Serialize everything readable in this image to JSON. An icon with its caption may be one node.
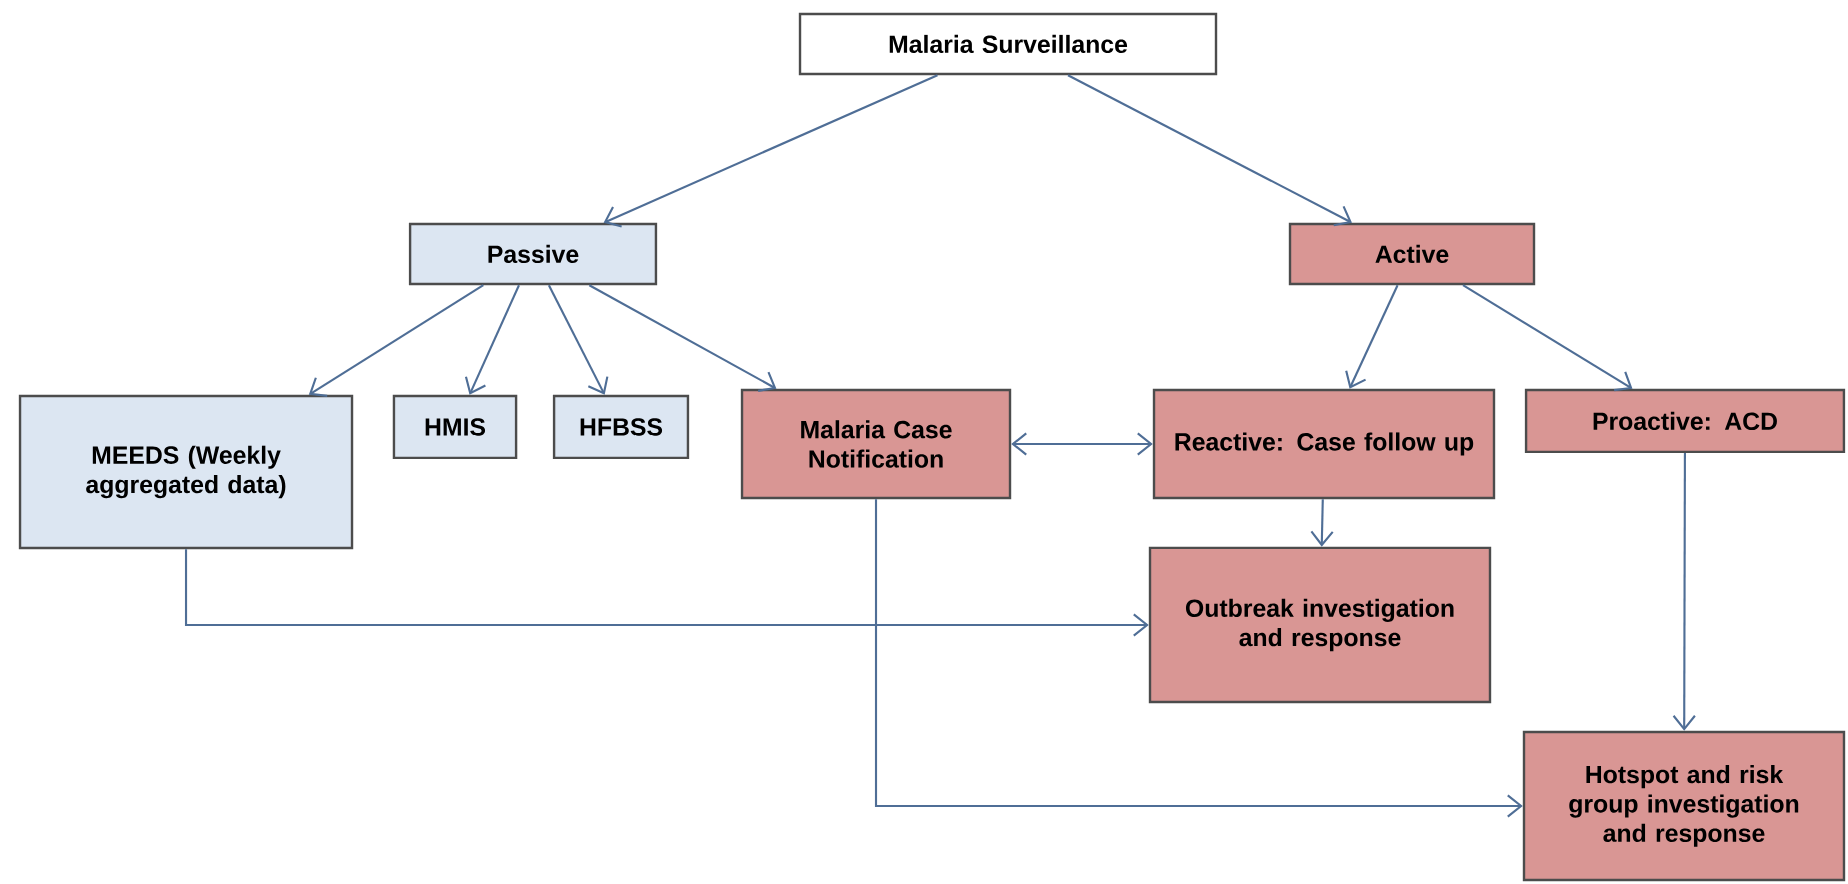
{
  "diagram": {
    "nodes": [
      {
        "text": [
          "Malaria Surveillance"
        ]
      },
      {
        "text": [
          "Passive"
        ]
      },
      {
        "text": [
          "Active"
        ]
      },
      {
        "text": [
          "MEEDS (Weekly aggregated data)"
        ]
      },
      {
        "text": [
          "HMIS"
        ]
      },
      {
        "text": [
          "HFBSS"
        ]
      },
      {
        "text": [
          "Malaria Case Notification"
        ]
      },
      {
        "text": [
          "Reactive: Case follow up"
        ]
      },
      {
        "text": [
          "Proactive: ACD"
        ]
      },
      {
        "text": [
          "Outbreak investigation and response"
        ]
      },
      {
        "text": [
          "Hotspot and risk group investigation and response"
        ]
      }
    ],
    "edges": [
      {
        "from": 0,
        "to": 1,
        "arrow": "to"
      },
      {
        "from": 0,
        "to": 2,
        "arrow": "to"
      },
      {
        "from": 1,
        "to": 3,
        "arrow": "to"
      },
      {
        "from": 1,
        "to": 4,
        "arrow": "to"
      },
      {
        "from": 1,
        "to": 5,
        "arrow": "to"
      },
      {
        "from": 1,
        "to": 6,
        "arrow": "to"
      },
      {
        "from": 2,
        "to": 7,
        "arrow": "to"
      },
      {
        "from": 2,
        "to": 8,
        "arrow": "to"
      },
      {
        "from": 6,
        "to": 7,
        "arrow": "both"
      },
      {
        "from": 7,
        "to": 9,
        "arrow": "to"
      },
      {
        "from": 3,
        "to": 9,
        "arrow": "to"
      },
      {
        "from": 6,
        "to": 10,
        "arrow": "to"
      },
      {
        "from": 8,
        "to": 10,
        "arrow": "to"
      }
    ]
  }
}
